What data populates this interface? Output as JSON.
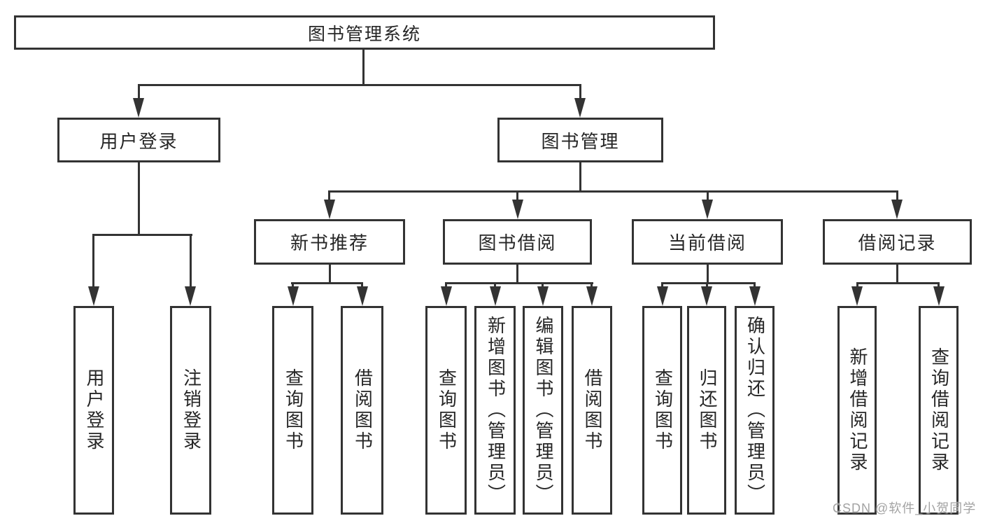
{
  "tree": {
    "root": {
      "label": "图书管理系统"
    },
    "branches": [
      {
        "label": "用户登录",
        "children": [
          {
            "label": "用户登录"
          },
          {
            "label": "注销登录"
          }
        ]
      },
      {
        "label": "图书管理",
        "children": [
          {
            "label": "新书推荐",
            "children": [
              {
                "label": "查询图书"
              },
              {
                "label": "借阅图书"
              }
            ]
          },
          {
            "label": "图书借阅",
            "children": [
              {
                "label": "查询图书"
              },
              {
                "label": "新增图书（管理员）"
              },
              {
                "label": "编辑图书（管理员）"
              },
              {
                "label": "借阅图书"
              }
            ]
          },
          {
            "label": "当前借阅",
            "children": [
              {
                "label": "查询图书"
              },
              {
                "label": "归还图书"
              },
              {
                "label": "确认归还（管理员）"
              }
            ]
          },
          {
            "label": "借阅记录",
            "children": [
              {
                "label": "新增借阅记录"
              },
              {
                "label": "查询借阅记录"
              }
            ]
          }
        ]
      }
    ]
  },
  "watermark": {
    "text": "CSDN @软件_小贺同学"
  },
  "colors": {
    "line": "#333333",
    "box_border": "#333333",
    "box_fill": "#ffffff",
    "text": "#262626",
    "watermark": "#a3a3a3",
    "background": "#ffffff"
  }
}
